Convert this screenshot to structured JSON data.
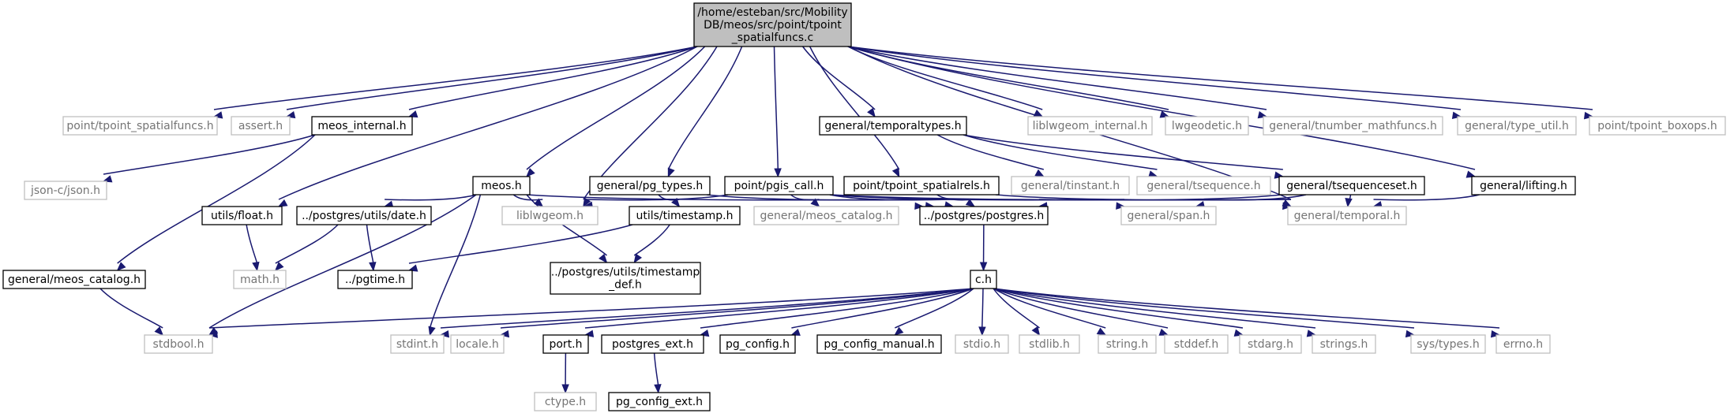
{
  "colors": {
    "edge": "#191970",
    "root_fill": "#bfbfbf",
    "node_border": "#000000",
    "unlinked_border": "#bfbfbf",
    "unlinked_text": "#757575"
  },
  "nodes": [
    {
      "id": "root",
      "lines": [
        "/home/esteban/src/Mobility",
        "DB/meos/src/point/tpoint",
        "_spatialfuncs.c"
      ],
      "kind": "root"
    },
    {
      "id": "tpoint_spatialfuncs_h",
      "lines": [
        "point/tpoint_spatialfuncs.h"
      ],
      "kind": "unlinked"
    },
    {
      "id": "assert_h",
      "lines": [
        "assert.h"
      ],
      "kind": "unlinked"
    },
    {
      "id": "meos_internal_h",
      "lines": [
        "meos_internal.h"
      ],
      "kind": "linked"
    },
    {
      "id": "temporaltypes_h",
      "lines": [
        "general/temporaltypes.h"
      ],
      "kind": "linked"
    },
    {
      "id": "liblwgeom_internal_h",
      "lines": [
        "liblwgeom_internal.h"
      ],
      "kind": "unlinked"
    },
    {
      "id": "lwgeodetic_h",
      "lines": [
        "lwgeodetic.h"
      ],
      "kind": "unlinked"
    },
    {
      "id": "tnumber_mathfuncs_h",
      "lines": [
        "general/tnumber_mathfuncs.h"
      ],
      "kind": "unlinked"
    },
    {
      "id": "type_util_h",
      "lines": [
        "general/type_util.h"
      ],
      "kind": "unlinked"
    },
    {
      "id": "tpoint_boxops_h",
      "lines": [
        "point/tpoint_boxops.h"
      ],
      "kind": "unlinked"
    },
    {
      "id": "json_h",
      "lines": [
        "json-c/json.h"
      ],
      "kind": "unlinked"
    },
    {
      "id": "meos_h",
      "lines": [
        "meos.h"
      ],
      "kind": "linked"
    },
    {
      "id": "pg_types_h",
      "lines": [
        "general/pg_types.h"
      ],
      "kind": "linked"
    },
    {
      "id": "pgis_call_h",
      "lines": [
        "point/pgis_call.h"
      ],
      "kind": "linked"
    },
    {
      "id": "tpoint_spatialrels_h",
      "lines": [
        "point/tpoint_spatialrels.h"
      ],
      "kind": "linked"
    },
    {
      "id": "tinstant_h",
      "lines": [
        "general/tinstant.h"
      ],
      "kind": "unlinked"
    },
    {
      "id": "tsequence_h",
      "lines": [
        "general/tsequence.h"
      ],
      "kind": "unlinked"
    },
    {
      "id": "tsequenceset_h",
      "lines": [
        "general/tsequenceset.h"
      ],
      "kind": "linked"
    },
    {
      "id": "lifting_h",
      "lines": [
        "general/lifting.h"
      ],
      "kind": "linked"
    },
    {
      "id": "float_h",
      "lines": [
        "utils/float.h"
      ],
      "kind": "linked"
    },
    {
      "id": "date_h",
      "lines": [
        "../postgres/utils/date.h"
      ],
      "kind": "linked"
    },
    {
      "id": "liblwgeom_h",
      "lines": [
        "liblwgeom.h"
      ],
      "kind": "unlinked"
    },
    {
      "id": "timestamp_h",
      "lines": [
        "utils/timestamp.h"
      ],
      "kind": "linked"
    },
    {
      "id": "meos_catalog_h2",
      "lines": [
        "general/meos_catalog.h"
      ],
      "kind": "unlinked"
    },
    {
      "id": "postgres_h",
      "lines": [
        "../postgres/postgres.h"
      ],
      "kind": "linked"
    },
    {
      "id": "span_h",
      "lines": [
        "general/span.h"
      ],
      "kind": "unlinked"
    },
    {
      "id": "temporal_h",
      "lines": [
        "general/temporal.h"
      ],
      "kind": "unlinked"
    },
    {
      "id": "math_h",
      "lines": [
        "math.h"
      ],
      "kind": "unlinked"
    },
    {
      "id": "pgtime_h",
      "lines": [
        "../pgtime.h"
      ],
      "kind": "linked"
    },
    {
      "id": "timestamp_def_h",
      "lines": [
        "../postgres/utils/timestamp",
        "_def.h"
      ],
      "kind": "linked"
    },
    {
      "id": "meos_catalog_h",
      "lines": [
        "general/meos_catalog.h"
      ],
      "kind": "linked"
    },
    {
      "id": "c_h",
      "lines": [
        "c.h"
      ],
      "kind": "linked"
    },
    {
      "id": "stdbool_h",
      "lines": [
        "stdbool.h"
      ],
      "kind": "unlinked"
    },
    {
      "id": "stdint_h",
      "lines": [
        "stdint.h"
      ],
      "kind": "unlinked"
    },
    {
      "id": "locale_h",
      "lines": [
        "locale.h"
      ],
      "kind": "unlinked"
    },
    {
      "id": "port_h",
      "lines": [
        "port.h"
      ],
      "kind": "linked"
    },
    {
      "id": "postgres_ext_h",
      "lines": [
        "postgres_ext.h"
      ],
      "kind": "linked"
    },
    {
      "id": "pg_config_h",
      "lines": [
        "pg_config.h"
      ],
      "kind": "linked"
    },
    {
      "id": "pg_config_manual_h",
      "lines": [
        "pg_config_manual.h"
      ],
      "kind": "linked"
    },
    {
      "id": "stdio_h",
      "lines": [
        "stdio.h"
      ],
      "kind": "unlinked"
    },
    {
      "id": "stdlib_h",
      "lines": [
        "stdlib.h"
      ],
      "kind": "unlinked"
    },
    {
      "id": "string_h",
      "lines": [
        "string.h"
      ],
      "kind": "unlinked"
    },
    {
      "id": "stddef_h",
      "lines": [
        "stddef.h"
      ],
      "kind": "unlinked"
    },
    {
      "id": "stdarg_h",
      "lines": [
        "stdarg.h"
      ],
      "kind": "unlinked"
    },
    {
      "id": "strings_h",
      "lines": [
        "strings.h"
      ],
      "kind": "unlinked"
    },
    {
      "id": "sys_types_h",
      "lines": [
        "sys/types.h"
      ],
      "kind": "unlinked"
    },
    {
      "id": "errno_h",
      "lines": [
        "errno.h"
      ],
      "kind": "unlinked"
    },
    {
      "id": "ctype_h",
      "lines": [
        "ctype.h"
      ],
      "kind": "unlinked"
    },
    {
      "id": "pg_config_ext_h",
      "lines": [
        "pg_config_ext.h"
      ],
      "kind": "linked"
    }
  ],
  "edges": [
    {
      "from": "root",
      "to": "tpoint_spatialfuncs_h"
    },
    {
      "from": "root",
      "to": "assert_h"
    },
    {
      "from": "root",
      "to": "meos_internal_h"
    },
    {
      "from": "root",
      "to": "temporaltypes_h"
    },
    {
      "from": "root",
      "to": "liblwgeom_internal_h"
    },
    {
      "from": "root",
      "to": "lwgeodetic_h"
    },
    {
      "from": "root",
      "to": "tnumber_mathfuncs_h"
    },
    {
      "from": "root",
      "to": "type_util_h"
    },
    {
      "from": "root",
      "to": "tpoint_boxops_h"
    },
    {
      "from": "root",
      "to": "meos_h"
    },
    {
      "from": "root",
      "to": "pg_types_h"
    },
    {
      "from": "root",
      "to": "pgis_call_h"
    },
    {
      "from": "root",
      "to": "tpoint_spatialrels_h"
    },
    {
      "from": "root",
      "to": "float_h"
    },
    {
      "from": "root",
      "to": "liblwgeom_h"
    },
    {
      "from": "root",
      "to": "lifting_h"
    },
    {
      "from": "root",
      "to": "temporal_h"
    },
    {
      "from": "meos_internal_h",
      "to": "json_h"
    },
    {
      "from": "meos_internal_h",
      "to": "meos_catalog_h"
    },
    {
      "from": "temporaltypes_h",
      "to": "tinstant_h"
    },
    {
      "from": "temporaltypes_h",
      "to": "tsequence_h"
    },
    {
      "from": "temporaltypes_h",
      "to": "tsequenceset_h"
    },
    {
      "from": "meos_h",
      "to": "date_h"
    },
    {
      "from": "meos_h",
      "to": "liblwgeom_h"
    },
    {
      "from": "meos_h",
      "to": "postgres_h"
    },
    {
      "from": "meos_h",
      "to": "timestamp_def_h"
    },
    {
      "from": "meos_h",
      "to": "stdbool_h"
    },
    {
      "from": "meos_h",
      "to": "stdint_h"
    },
    {
      "from": "pg_types_h",
      "to": "timestamp_h"
    },
    {
      "from": "pg_types_h",
      "to": "postgres_h"
    },
    {
      "from": "pgis_call_h",
      "to": "liblwgeom_h"
    },
    {
      "from": "pgis_call_h",
      "to": "meos_catalog_h2"
    },
    {
      "from": "pgis_call_h",
      "to": "postgres_h"
    },
    {
      "from": "pgis_call_h",
      "to": "span_h"
    },
    {
      "from": "pgis_call_h",
      "to": "temporal_h"
    },
    {
      "from": "tpoint_spatialrels_h",
      "to": "postgres_h"
    },
    {
      "from": "tpoint_spatialrels_h",
      "to": "temporal_h"
    },
    {
      "from": "tsequenceset_h",
      "to": "postgres_h"
    },
    {
      "from": "tsequenceset_h",
      "to": "span_h"
    },
    {
      "from": "tsequenceset_h",
      "to": "temporal_h"
    },
    {
      "from": "lifting_h",
      "to": "temporal_h"
    },
    {
      "from": "float_h",
      "to": "math_h"
    },
    {
      "from": "date_h",
      "to": "math_h"
    },
    {
      "from": "date_h",
      "to": "pgtime_h"
    },
    {
      "from": "timestamp_h",
      "to": "pgtime_h"
    },
    {
      "from": "timestamp_h",
      "to": "timestamp_def_h"
    },
    {
      "from": "meos_catalog_h",
      "to": "stdbool_h"
    },
    {
      "from": "postgres_h",
      "to": "c_h"
    },
    {
      "from": "c_h",
      "to": "stdbool_h"
    },
    {
      "from": "c_h",
      "to": "stdint_h"
    },
    {
      "from": "c_h",
      "to": "locale_h"
    },
    {
      "from": "c_h",
      "to": "port_h"
    },
    {
      "from": "c_h",
      "to": "postgres_ext_h"
    },
    {
      "from": "c_h",
      "to": "pg_config_h"
    },
    {
      "from": "c_h",
      "to": "pg_config_manual_h"
    },
    {
      "from": "c_h",
      "to": "stdio_h"
    },
    {
      "from": "c_h",
      "to": "stdlib_h"
    },
    {
      "from": "c_h",
      "to": "string_h"
    },
    {
      "from": "c_h",
      "to": "stddef_h"
    },
    {
      "from": "c_h",
      "to": "stdarg_h"
    },
    {
      "from": "c_h",
      "to": "strings_h"
    },
    {
      "from": "c_h",
      "to": "sys_types_h"
    },
    {
      "from": "c_h",
      "to": "errno_h"
    },
    {
      "from": "port_h",
      "to": "ctype_h"
    },
    {
      "from": "postgres_ext_h",
      "to": "pg_config_ext_h"
    }
  ]
}
